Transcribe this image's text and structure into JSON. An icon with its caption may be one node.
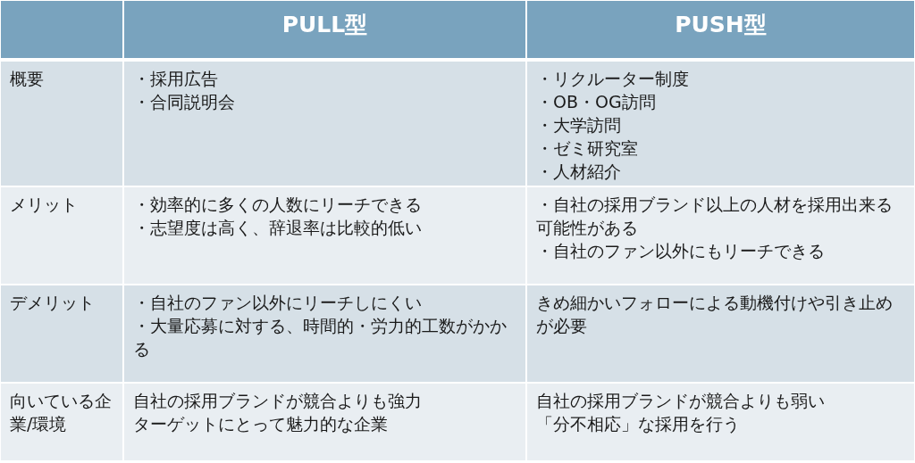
{
  "diagram": {
    "labels": [
      "PULL型",
      "PUSH型",
      "概要",
      "・採用広告",
      "・合同説明会",
      "・リクルーター制度",
      "・OB・OG訪問",
      "・大学訪問",
      "・ゼミ研究室",
      "・人材紹介",
      "メリット",
      "・効率的に多くの人数にリーチできる",
      "・志望度は高く、辞退率は比較的低い",
      "・自社の採用ブランド以上の人材を採用出来る可能性がある",
      "・自社のファン以外にもリーチできる",
      "デメリット",
      "・自社のファン以外にリーチしにくい",
      "・大量応募に対する、時間的・労力的工数がかかる",
      "きめ細かいフォローによる動機付けや引き止めが必要",
      "向いている企業/環境",
      "自社の採用ブランドが競合よりも強力",
      "ターゲットにとって魅力的な企業",
      "自社の採用ブランドが競合よりも弱い",
      "「分不相応」な採用を行う"
    ]
  }
}
